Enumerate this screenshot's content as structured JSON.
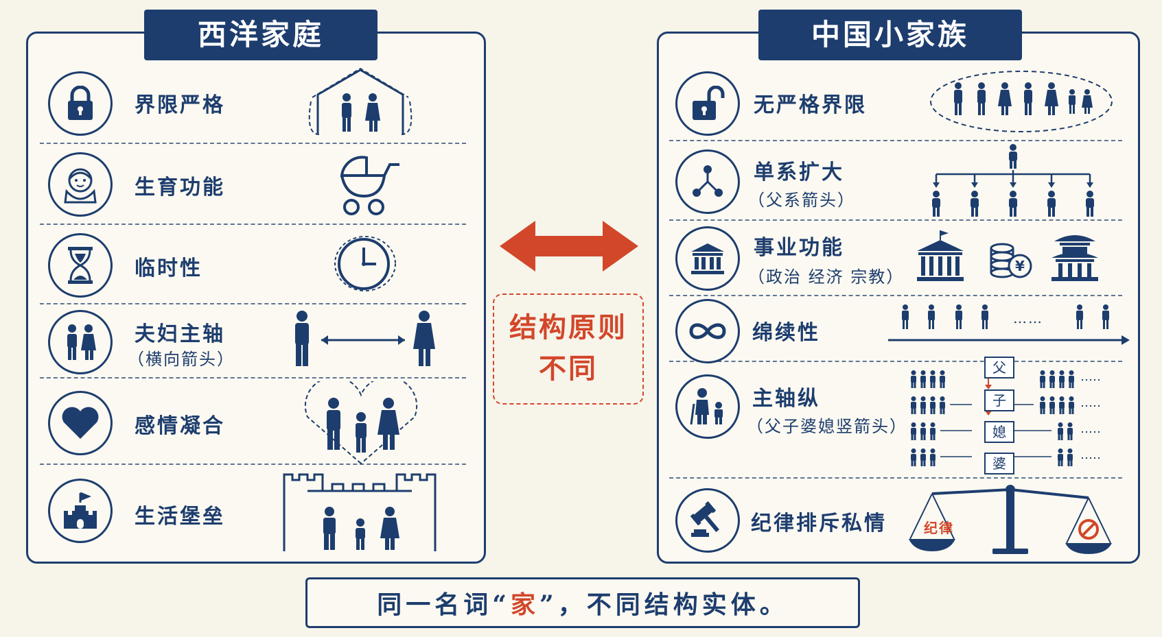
{
  "left": {
    "title": "西洋家庭",
    "rows": [
      {
        "label": "界限严格",
        "sub": ""
      },
      {
        "label": "生育功能",
        "sub": ""
      },
      {
        "label": "临时性",
        "sub": ""
      },
      {
        "label": "夫妇主轴",
        "sub": "（横向箭头）"
      },
      {
        "label": "感情凝合",
        "sub": ""
      },
      {
        "label": "生活堡垒",
        "sub": ""
      }
    ]
  },
  "right": {
    "title": "中国小家族",
    "rows": [
      {
        "label": "无严格界限",
        "sub": ""
      },
      {
        "label": "单系扩大",
        "sub": "（父系箭头）"
      },
      {
        "label": "事业功能",
        "sub": "（政治 经济 宗教）"
      },
      {
        "label": "绵续性",
        "sub": ""
      },
      {
        "label": "主轴纵",
        "sub": "（父子婆媳竖箭头）"
      },
      {
        "label": "纪律排斥私情",
        "sub": ""
      }
    ],
    "lineage": [
      "父",
      "子",
      "媳",
      "婆"
    ],
    "scale_label": "纪律",
    "ellipsis": "……"
  },
  "center": {
    "line1": "结构原则",
    "line2": "不同"
  },
  "footer": {
    "pre": "同一名词“",
    "hl": "家",
    "post": "”，不同结构实体。"
  },
  "colors": {
    "navy": "#1d3d6e",
    "accent": "#d2472a",
    "background": "#f7f4ea"
  },
  "icons": {
    "left": [
      "lock-icon",
      "baby-icon",
      "hourglass-icon",
      "couple-icon",
      "heart-icon",
      "castle-icon"
    ],
    "right": [
      "unlock-icon",
      "tree-icon",
      "bank-icon",
      "infinity-icon",
      "elder-child-icon",
      "gavel-icon"
    ]
  }
}
